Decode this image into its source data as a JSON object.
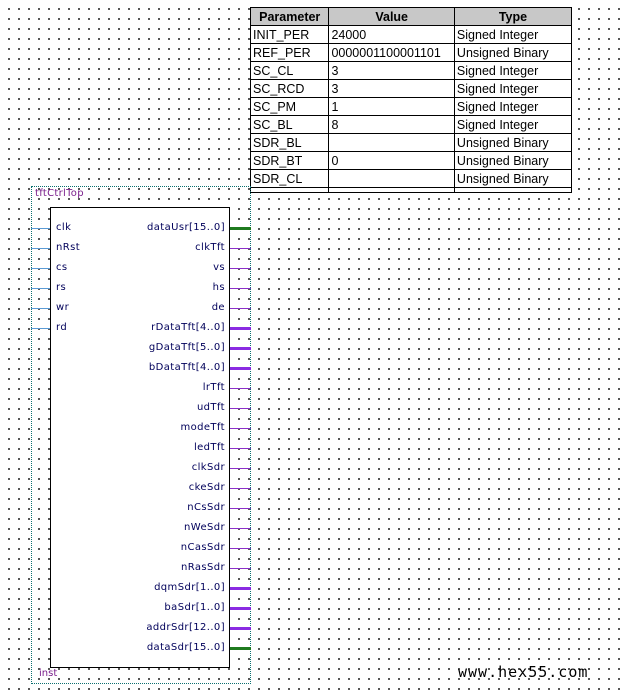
{
  "param_table": {
    "headers": [
      "Parameter",
      "Value",
      "Type"
    ],
    "rows": [
      [
        "INIT_PER",
        "24000",
        "Signed Integer"
      ],
      [
        "REF_PER",
        "0000001100001101",
        "Unsigned Binary"
      ],
      [
        "SC_CL",
        "3",
        "Signed Integer"
      ],
      [
        "SC_RCD",
        "3",
        "Signed Integer"
      ],
      [
        "SC_PM",
        "1",
        "Signed Integer"
      ],
      [
        "SC_BL",
        "8",
        "Signed Integer"
      ],
      [
        "SDR_BL",
        "",
        "Unsigned Binary"
      ],
      [
        "SDR_BT",
        "0",
        "Unsigned Binary"
      ],
      [
        "SDR_CL",
        "",
        "Unsigned Binary"
      ]
    ]
  },
  "symbol": {
    "name": "tftCtrlTop",
    "instance": "inst",
    "inputs": [
      "clk",
      "nRst",
      "cs",
      "rs",
      "wr",
      "rd"
    ],
    "outputs": [
      {
        "label": "dataUsr[15..0]",
        "kind": "bidir_bus"
      },
      {
        "label": "clkTft",
        "kind": "single"
      },
      {
        "label": "vs",
        "kind": "single"
      },
      {
        "label": "hs",
        "kind": "single"
      },
      {
        "label": "de",
        "kind": "single"
      },
      {
        "label": "rDataTft[4..0]",
        "kind": "bus"
      },
      {
        "label": "gDataTft[5..0]",
        "kind": "bus"
      },
      {
        "label": "bDataTft[4..0]",
        "kind": "bus"
      },
      {
        "label": "lrTft",
        "kind": "single"
      },
      {
        "label": "udTft",
        "kind": "single"
      },
      {
        "label": "modeTft",
        "kind": "single"
      },
      {
        "label": "ledTft",
        "kind": "single"
      },
      {
        "label": "clkSdr",
        "kind": "single"
      },
      {
        "label": "ckeSdr",
        "kind": "single"
      },
      {
        "label": "nCsSdr",
        "kind": "single"
      },
      {
        "label": "nWeSdr",
        "kind": "single"
      },
      {
        "label": "nCasSdr",
        "kind": "single"
      },
      {
        "label": "nRasSdr",
        "kind": "single"
      },
      {
        "label": "dqmSdr[1..0]",
        "kind": "bus"
      },
      {
        "label": "baSdr[1..0]",
        "kind": "bus"
      },
      {
        "label": "addrSdr[12..0]",
        "kind": "bus"
      },
      {
        "label": "dataSdr[15..0]",
        "kind": "bidir_bus"
      }
    ]
  },
  "watermark": "www.hex55.com",
  "colors": {
    "port_text": "#00005a",
    "title_text": "#7a1e8c",
    "bus_line": "#8a2be2",
    "bidir_bus_line": "#1f7a1f",
    "input_line": "#5b9bd5",
    "table_header_bg": "#c8c8c8"
  }
}
